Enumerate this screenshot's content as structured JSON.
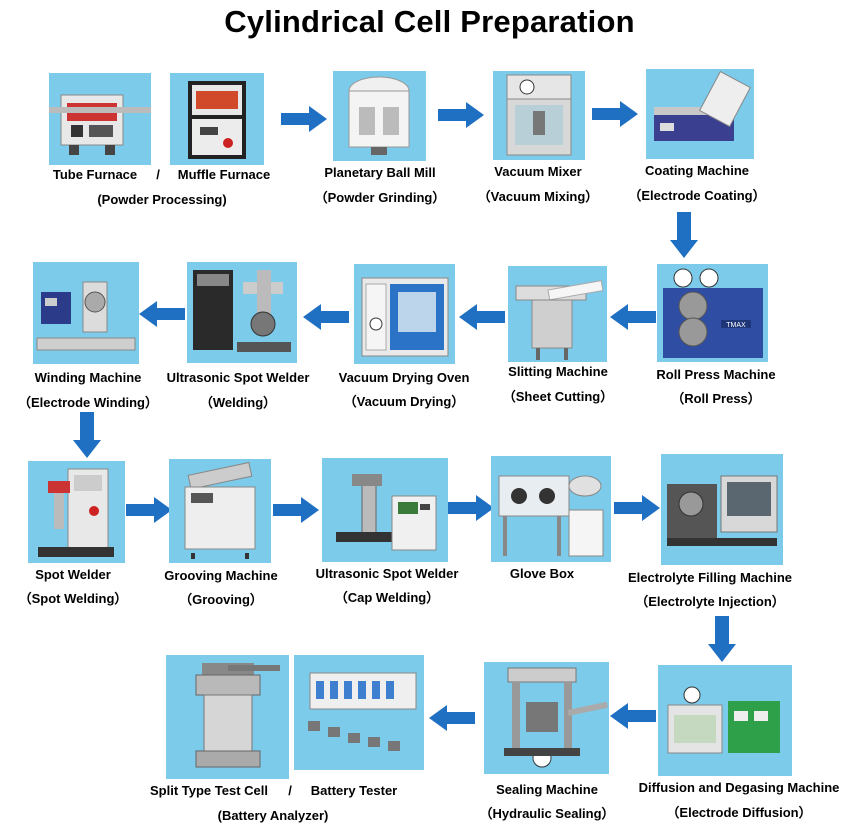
{
  "title": "Cylindrical Cell Preparation",
  "colors": {
    "arrow": "#1f6fc2",
    "photo_bg": "#7ccbea"
  },
  "separator": "/",
  "steps": [
    {
      "name": "Tube Furnace",
      "desc": ""
    },
    {
      "name": "Muffle Furnace",
      "desc": "(Powder Processing)"
    },
    {
      "name": "Planetary Ball Mill",
      "desc": "（Powder Grinding）"
    },
    {
      "name": "Vacuum Mixer",
      "desc": "（Vacuum Mixing）"
    },
    {
      "name": "Coating Machine",
      "desc": "（Electrode Coating）"
    },
    {
      "name": "Roll Press Machine",
      "desc": "（Roll Press）"
    },
    {
      "name": "Slitting Machine",
      "desc": "（Sheet Cutting）"
    },
    {
      "name": "Vacuum Drying Oven",
      "desc": "（Vacuum Drying）"
    },
    {
      "name": "Ultrasonic Spot Welder",
      "desc": "（Welding）"
    },
    {
      "name": "Winding Machine",
      "desc": "（Electrode Winding）"
    },
    {
      "name": "Spot Welder",
      "desc": "（Spot Welding）"
    },
    {
      "name": "Grooving Machine",
      "desc": "（Grooving）"
    },
    {
      "name": "Ultrasonic Spot Welder",
      "desc": "（Cap Welding）"
    },
    {
      "name": "Glove Box",
      "desc": ""
    },
    {
      "name": "Electrolyte Filling Machine",
      "desc": "（Electrolyte Injection）"
    },
    {
      "name": "Diffusion and Degasing Machine",
      "desc": "（Electrode Diffusion）"
    },
    {
      "name": "Sealing Machine",
      "desc": "（Hydraulic Sealing）"
    },
    {
      "name": "Split Type Test Cell",
      "desc": ""
    },
    {
      "name": "Battery Tester",
      "desc": "(Battery Analyzer)"
    }
  ],
  "photo_text": {
    "tmax": "TMAX"
  }
}
